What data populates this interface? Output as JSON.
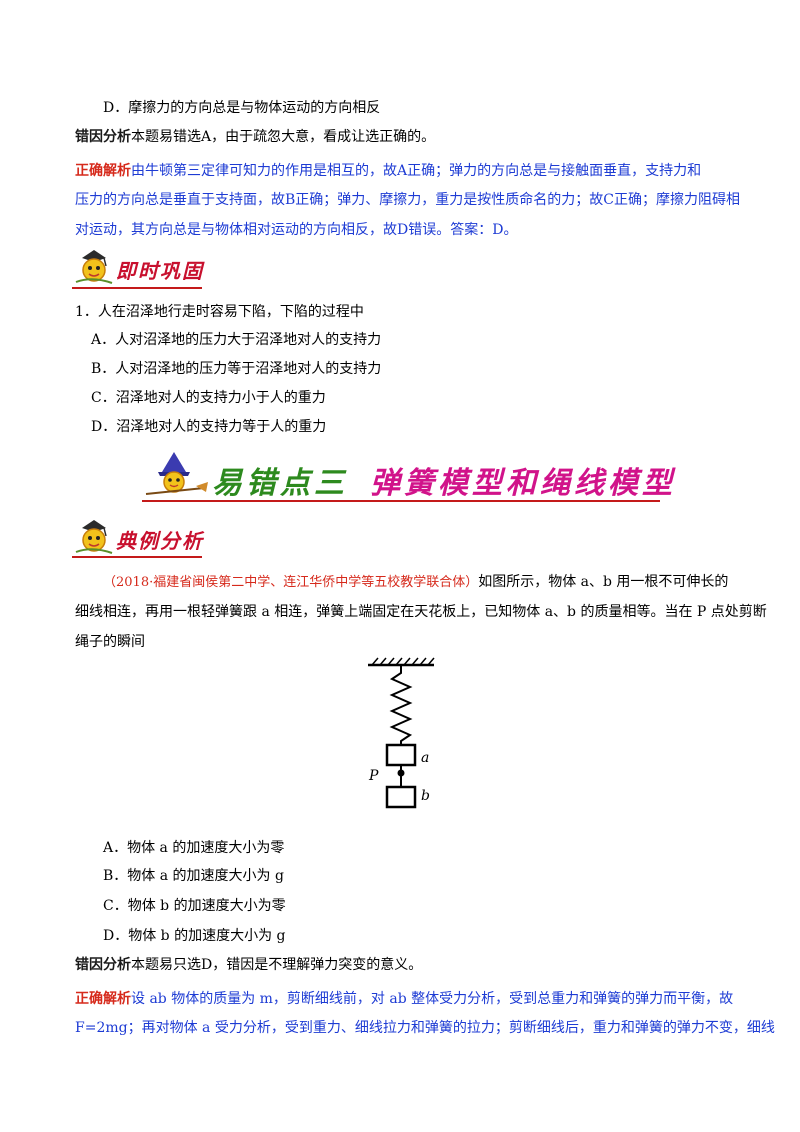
{
  "q_prev": {
    "option_d": "D．摩擦力的方向总是与物体运动的方向相反",
    "err_label": "错因分析",
    "err_text": "本题易错选A，由于疏忽大意，看成让选正确的。",
    "ans_label": "正确解析",
    "ans_line1": "由牛顿第三定律可知力的作用是相互的，故A正确；弹力的方向总是与接触面垂直，支持力和",
    "ans_line2": "压力的方向总是垂直于支持面，故B正确；弹力、摩擦力，重力是按性质命名的力；故C正确；摩擦力阻碍相",
    "ans_line3": "对运动，其方向总是与物体相对运动的方向相反，故D错误。答案：D。"
  },
  "section_consolidate": {
    "title": "即时巩固"
  },
  "exercise": {
    "stem": "1．人在沼泽地行走时容易下陷，下陷的过程中",
    "options": [
      "A．人对沼泽地的压力大于沼泽地对人的支持力",
      "B．人对沼泽地的压力等于沼泽地对人的支持力",
      "C．沼泽地对人的支持力小于人的重力",
      "D．沼泽地对人的支持力等于人的重力"
    ]
  },
  "banner": {
    "part1": "易错点三",
    "part2": "弹簧模型和绳线模型"
  },
  "section_example": {
    "title": "典例分析"
  },
  "example": {
    "source": "（2018·福建省闽侯第二中学、连江华侨中学等五校教学联合体）",
    "line1_rest": "如图所示，物体 a、b 用一根不可伸长的",
    "line2": "细线相连，再用一根轻弹簧跟 a 相连，弹簧上端固定在天花板上，已知物体 a、b 的质量相等。当在 P 点处剪断",
    "line3": "绳子的瞬间",
    "figure": {
      "label_a": "a",
      "label_p": "P",
      "label_b": "b"
    },
    "options": [
      "A．物体 a 的加速度大小为零",
      "B．物体 a 的加速度大小为 g",
      "C．物体 b 的加速度大小为零",
      "D．物体 b 的加速度大小为 g"
    ],
    "err_label": "错因分析",
    "err_text": "本题易只选D，错因是不理解弹力突变的意义。",
    "ans_label": "正确解析",
    "ans_line1": "设 ab 物体的质量为 m，剪断细线前，对 ab 整体受力分析，受到总重力和弹簧的弹力而平衡，故",
    "ans_line2": "F=2mg；再对物体 a 受力分析，受到重力、细线拉力和弹簧的拉力；剪断细线后，重力和弹簧的弹力不变，细线"
  },
  "colors": {
    "accent_red": "#d62a1c",
    "analysis_blue": "#1d3bd4",
    "rule_red": "#c41a1a",
    "banner_green": "#2d8a1e",
    "banner_magenta": "#d1138a"
  }
}
